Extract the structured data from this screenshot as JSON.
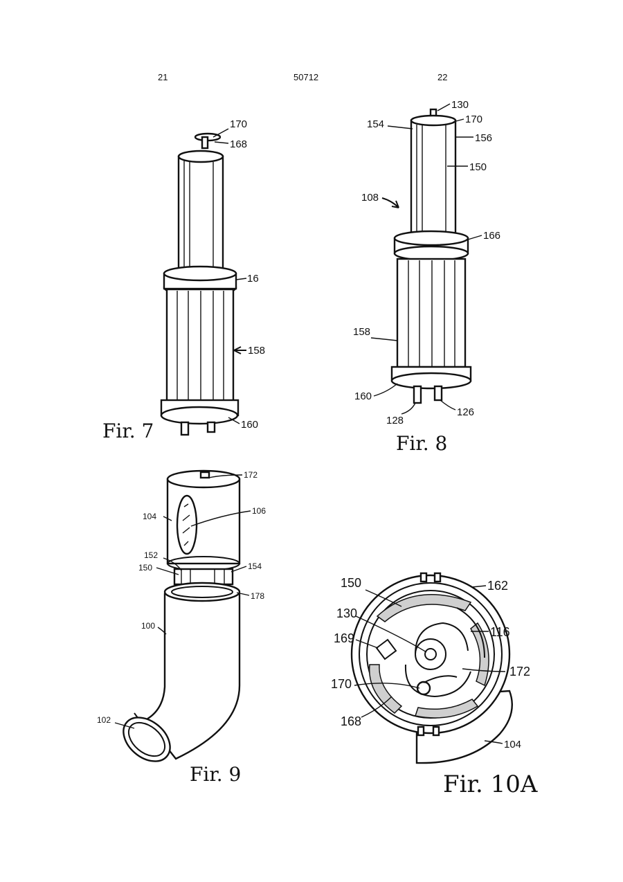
{
  "header": {
    "left_page": "21",
    "doc_number": "50712",
    "right_page": "22"
  },
  "figures": {
    "fig7": {
      "caption": "Fir. 7",
      "labels": [
        "170",
        "168",
        "16",
        "158",
        "160"
      ]
    },
    "fig8": {
      "caption": "Fir. 8",
      "labels": [
        "130",
        "170",
        "154",
        "156",
        "150",
        "108",
        "166",
        "158",
        "160",
        "128",
        "126"
      ]
    },
    "fig9": {
      "caption": "Fir. 9",
      "labels": [
        "172",
        "104",
        "106",
        "152",
        "150",
        "154",
        "178",
        "100",
        "102"
      ]
    },
    "fig10a": {
      "caption": "Fir. 10A",
      "labels": [
        "150",
        "162",
        "130",
        "116",
        "169",
        "172",
        "170",
        "168",
        "104"
      ]
    }
  }
}
